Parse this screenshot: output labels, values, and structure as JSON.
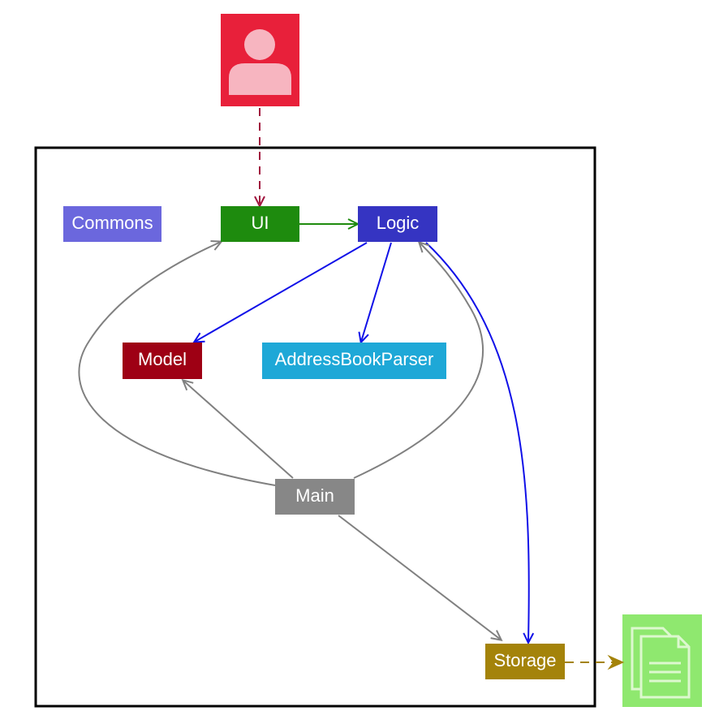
{
  "diagram": {
    "components": {
      "commons": {
        "label": "Commons",
        "color": "#6B67DD"
      },
      "ui": {
        "label": "UI",
        "color": "#1E8B0E"
      },
      "logic": {
        "label": "Logic",
        "color": "#3534C2"
      },
      "model": {
        "label": "Model",
        "color": "#9E0014"
      },
      "parser": {
        "label": "AddressBookParser",
        "color": "#1EA8D7"
      },
      "main": {
        "label": "Main",
        "color": "#878787"
      },
      "storage": {
        "label": "Storage",
        "color": "#A4830A"
      }
    },
    "colors": {
      "user_icon_bg": "#E8203A",
      "user_icon_fg": "#F7B5C0",
      "file_icon_bg": "#8FE86F",
      "user_arrow": "#A0153E",
      "ui_to_logic_arrow": "#1E8B0E",
      "logic_arrows": "#1010E8",
      "main_arrows": "#808080",
      "storage_to_file_arrow": "#A4830A",
      "frame": "#000000"
    },
    "icons": {
      "user": "user-icon",
      "file": "file-icon"
    }
  }
}
